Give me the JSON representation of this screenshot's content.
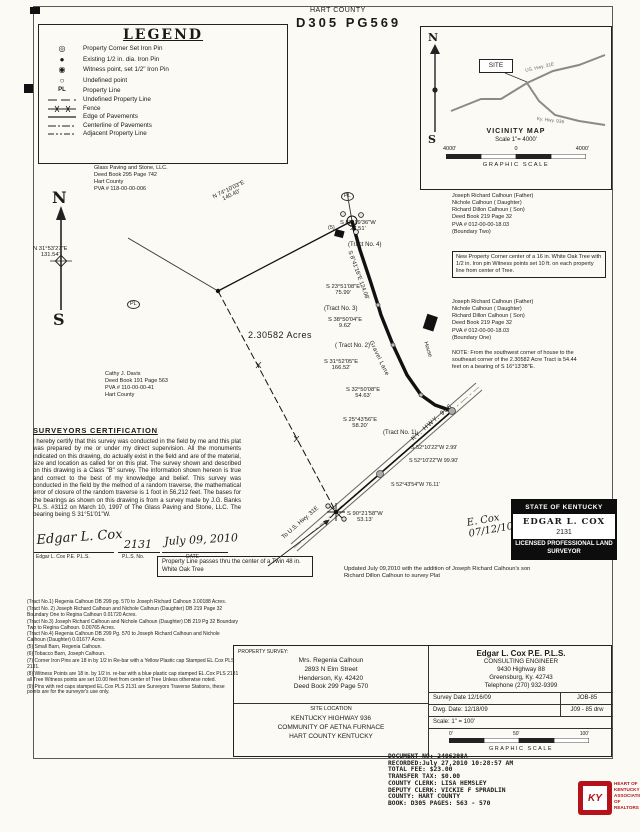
{
  "header": {
    "county": "HART COUNTY",
    "book_page": "D305  PG569"
  },
  "legend": {
    "title": "LEGEND",
    "symbol_glyphs": [
      "◎",
      "●",
      "◉",
      "○"
    ],
    "symbol_items": [
      "Property Corner Set Iron Pin",
      "Existing 1/2 in. dia. Iron Pin",
      "Witness point, set 1/2\" Iron Pin",
      "Undefined point"
    ],
    "pl_abbr": "PL",
    "pl_label": "Property Line",
    "line_items": [
      "Undefined Property Line",
      "Fence",
      "Edge of Pavements",
      "Centerline of Pavements",
      "Adjacent Property Line"
    ]
  },
  "vicinity": {
    "north": "N",
    "south": "S",
    "site": "SITE",
    "road1": "US. Hwy. 31E",
    "road2": "Ky. Hwy. 936",
    "title": "VICINITY MAP",
    "scale": "Scale 1\"= 4000'",
    "bar_labels": [
      "4000'",
      "0",
      "4000'"
    ],
    "graphic_scale": "GRAPHIC SCALE"
  },
  "compass": {
    "north": "N",
    "south": "S"
  },
  "owners": {
    "glass": "Glass Paving and Stone, LLC.\nDeed Book 295 Page 742\nHart County\nPVA # 118-00-00-006",
    "davis": "Cathy J. Davis\nDeed Book 191 Page 563\nPVA # 110-00-00-41\nHart County",
    "calhoun_two": "Joseph Richard Calhoun (Father)\nNichole Calhoun ( Daughter)\nRichard Dillon Calhoun ( Son)\nDeed Book 219 Page 32\nPVA # 012-00-00-18.03\n(Boundary Two)",
    "calhoun_one": "Joseph Richard Calhoun (Father)\nNichole Calhoun ( Daughter)\nRichard Dillon Calhoun ( Son)\nDeed Book 219 Page 32\nPVA # 012-00-00-18.03\n(Boundary One)"
  },
  "plat": {
    "acreage": "2.30582 Acres",
    "tract_labels": [
      "(Tract No. 4)",
      "(Tract No. 3)",
      "( Tract No. 2)",
      "(Tract No. 1)"
    ],
    "bearings": [
      "N 74°10'03\"E\n140.40'",
      "N 31°53'27\"E\n131.54'",
      "S 82°19'36\"W\n27.51'",
      "S 8°41'16\"E 124.08'",
      "S 23°51'08\"E\n75.99'",
      "S 38°50'04\"E\n9.62'",
      "S 31°52'05\"E\n166.52'",
      "S 32°50'08\"E\n54.63'",
      "S 25°43'56\"E\n58.20'",
      "S 52°10'22\"W 2.99'",
      "S 52°10'22\"W 99.90'",
      "S 52°43'54\"W 76.11'",
      "S 90°21'58\"W\n53.13'"
    ],
    "gravel_lane": "Gravel Lane",
    "ky_hwy": "KY. HWY. 936",
    "to_us_hwy": "To U.S. Hwy. 31E",
    "house": "House",
    "pl_marker": "PL",
    "point5": "(5)"
  },
  "notes": {
    "new_corner": "New Property Corner center of a 16 in. White Oak Tree with 1/2 in. Iron pin Witness points set 10 ft. on each property line from center of Tree.",
    "house_note": "NOTE: From the southwest corner of house to the southeast corner of the 2.30582 Acre Tract is 54.44 feet on a bearing of S 16°13'38\"E.",
    "twin_oak": "Property Line passes thru the center of a Twin 48 in. White Oak Tree",
    "updated": "Updated July 09,2010 with the addition of Joseph Richard Calhoun's son Richard Dillon Calhoun to survey Plat"
  },
  "certification": {
    "heading": "SURVEYORS CERTIFICATION",
    "body": "I hereby certify that this survey was conducted in the field by me and this plat was prepared by me or under my direct supervision. All the monuments indicated on this drawing, do actually exist in the field and are of the material, size and location as called for on this plat. The survey shown and described on this drawing is a Class \"B\" survey. The information shown hereon is true and correct to the best of my knowledge and belief. This survey was conducted in the field by the method of a random traverse, the mathematical error of closure of the random traverse is 1 foot in 56,212 feet. The bases for the bearings as shown on this drawing is from a survey made by J.G. Banks P.L.S. #3112 on March 10, 1997 of The Glass Paving and Stone, LLC. The bearing being S 31°51'01\"W.",
    "signature": "Edgar L. Cox",
    "printed_name": "Edgar L. Cox  P.E. P.L.S.",
    "pls_no": "2131",
    "pls_no_label": "P.L.S. No.",
    "date": "July 09, 2010",
    "date_label": "DATE"
  },
  "stamp": {
    "state": "STATE OF KENTUCKY",
    "name": "EDGAR L. COX",
    "number": "2131",
    "title": "LICENSED PROFESSIONAL LAND SURVEYOR",
    "handwritten": "E. Cox\n07/12/10"
  },
  "tract_notes": [
    "(Tract No.1) Regenia Calhoun DB 299 pg. 570 to Joseph Richard Calhoun 3.00188 Acres.",
    "(Tract No. 2) Joseph Richard Calhoun and Nichole Calhoun (Daughter) DB 219 Page 32 Boundary One to Regina Calhoun 0.01720 Acres.",
    "(Tract No.3) Joseph Richard Calhoun and Nichole Calhoun (Daughter) DB 219 Pg 32 Boundary Two to Regina Calhoun. 0.00765 Acres.",
    "(Tract No.4) Regenia Calhoun DB 299 Pg. 570 to Joseph Richard Calhoun and Nichole Calhoun (Daughter) 0.01677 Acres.",
    "(5) Small Barn, Regenia Calhoun.",
    "(6) Tobacco Barn, Joseph Calhoun.",
    "(7) Corner Iron Pins are 18 in by 1/2 in Re-bar with a Yellow Plastic cap Stamped EL.Cox PLS 2131.",
    "(8) Witness Points are 18 in. by 1/2 in. re-bar with a blue plastic cap stamped EL.Cox PLS 2131 all Tree Witness points are set 10.00 feet from center of Tree Unless otherwise noted.",
    "(9) Pins with red caps stamped EL.Cox PLS 2131 are Surveyors Traverse Stations, these points are for the surveyor's use only."
  ],
  "title_block": {
    "property_survey_label": "PROPERTY SURVEY:",
    "client": "Mrs. Regenia Calhoun\n2893 N Elm Street\nHenderson, Ky. 42420\nDeed Book 299 Page 570",
    "site_location_label": "SITE LOCATION",
    "site_location": "KENTUCKY HIGHWAY 936\nCOMMUNITY OF AETNA FURNACE\nHART  COUNTY  KENTUCKY",
    "engineer_name": "Edgar L. Cox  P.E.  P.L.S.",
    "engineer_rest": "CONSULTING ENGINEER\n9430 Highway 88\nGreensburg, Ky. 42743\nTelephone (270) 932-9399",
    "survey_date": "Survey Date 12/16/09",
    "job": "JOB-85",
    "dwg_date": "Dwg. Date: 12/18/09",
    "dwg_no": "J09 - 85 drw",
    "scale": "Scale: 1\" = 100'",
    "bar_labels": [
      "0'",
      "50'",
      "100'"
    ],
    "graphic_scale": "GRAPHIC SCALE"
  },
  "recording": {
    "lines": [
      "DOCUMENT NO: 2406298A",
      "RECORDED:July 27,2010 10:28:57 AM",
      "TOTAL FEE: $23.00",
      "TRANSFER TAX: $0.00",
      "COUNTY CLERK: LISA HEMSLEY",
      "DEPUTY CLERK: VICKIE F SPRADLIN",
      "COUNTY: HART COUNTY",
      "BOOK: D305    PAGES: 563 - 570"
    ]
  },
  "realtor": {
    "abbr": "KY",
    "text": "HEART OF KENTUCKY ASSOCIATION OF REALTORS"
  },
  "colors": {
    "accent_red": "#b5121b",
    "stamp_black": "#0d0d0d"
  }
}
